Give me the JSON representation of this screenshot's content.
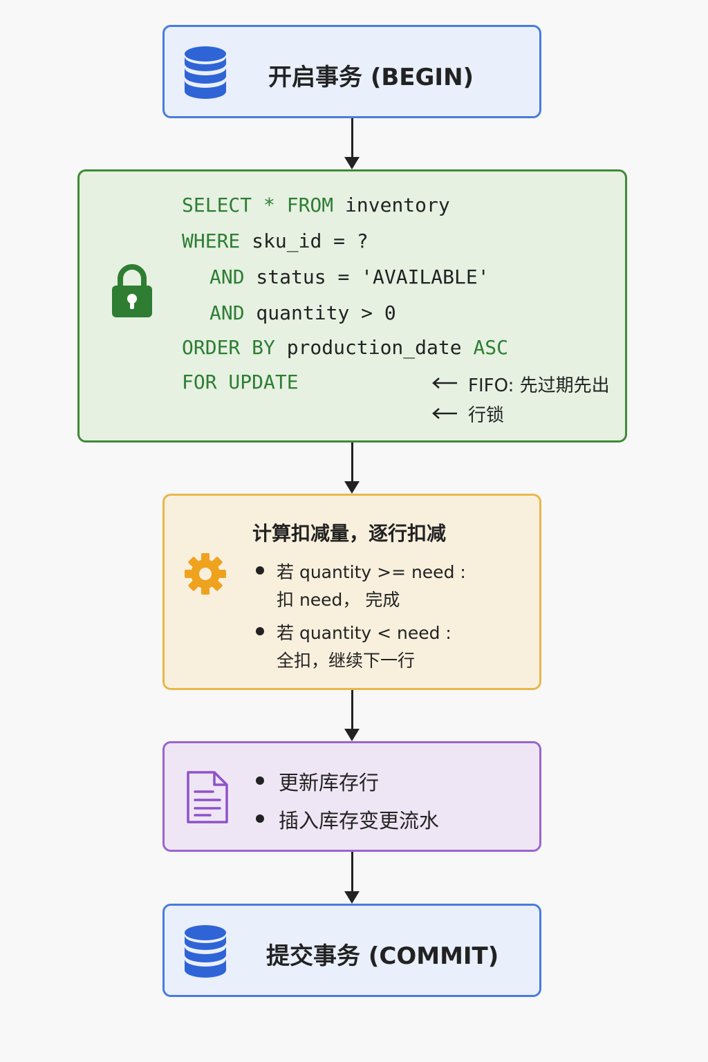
{
  "begin": {
    "label": "开启事务 (BEGIN)",
    "icon": "database-icon"
  },
  "query": {
    "icon": "lock-icon",
    "lines": [
      {
        "kw": "SELECT * FROM",
        "rest": " inventory"
      },
      {
        "kw": "WHERE",
        "rest": " sku_id = ?"
      },
      {
        "kw": "AND",
        "rest": " status = 'AVAILABLE'"
      },
      {
        "kw": "AND",
        "rest": " quantity > 0"
      },
      {
        "kw": "ORDER BY",
        "rest": " production_date ",
        "kw2": "ASC"
      },
      {
        "kw": "FOR UPDATE",
        "rest": ""
      }
    ],
    "notes": [
      "FIFO: 先过期先出",
      "行锁"
    ]
  },
  "deduct": {
    "icon": "gear-icon",
    "heading": "计算扣减量，逐行扣减",
    "items": [
      {
        "line1": "若 quantity >= need :",
        "line2": "扣 need， 完成"
      },
      {
        "line1": "若 quantity < need :",
        "line2": "全扣，继续下一行"
      }
    ]
  },
  "update": {
    "icon": "document-icon",
    "items": [
      "更新库存行",
      "插入库存变更流水"
    ]
  },
  "commit": {
    "label": "提交事务 (COMMIT)",
    "icon": "database-icon"
  },
  "colors": {
    "blue": "#4a7bdc",
    "green": "#3f8a36",
    "yellow": "#e8b74a",
    "purple": "#9b63d0"
  }
}
